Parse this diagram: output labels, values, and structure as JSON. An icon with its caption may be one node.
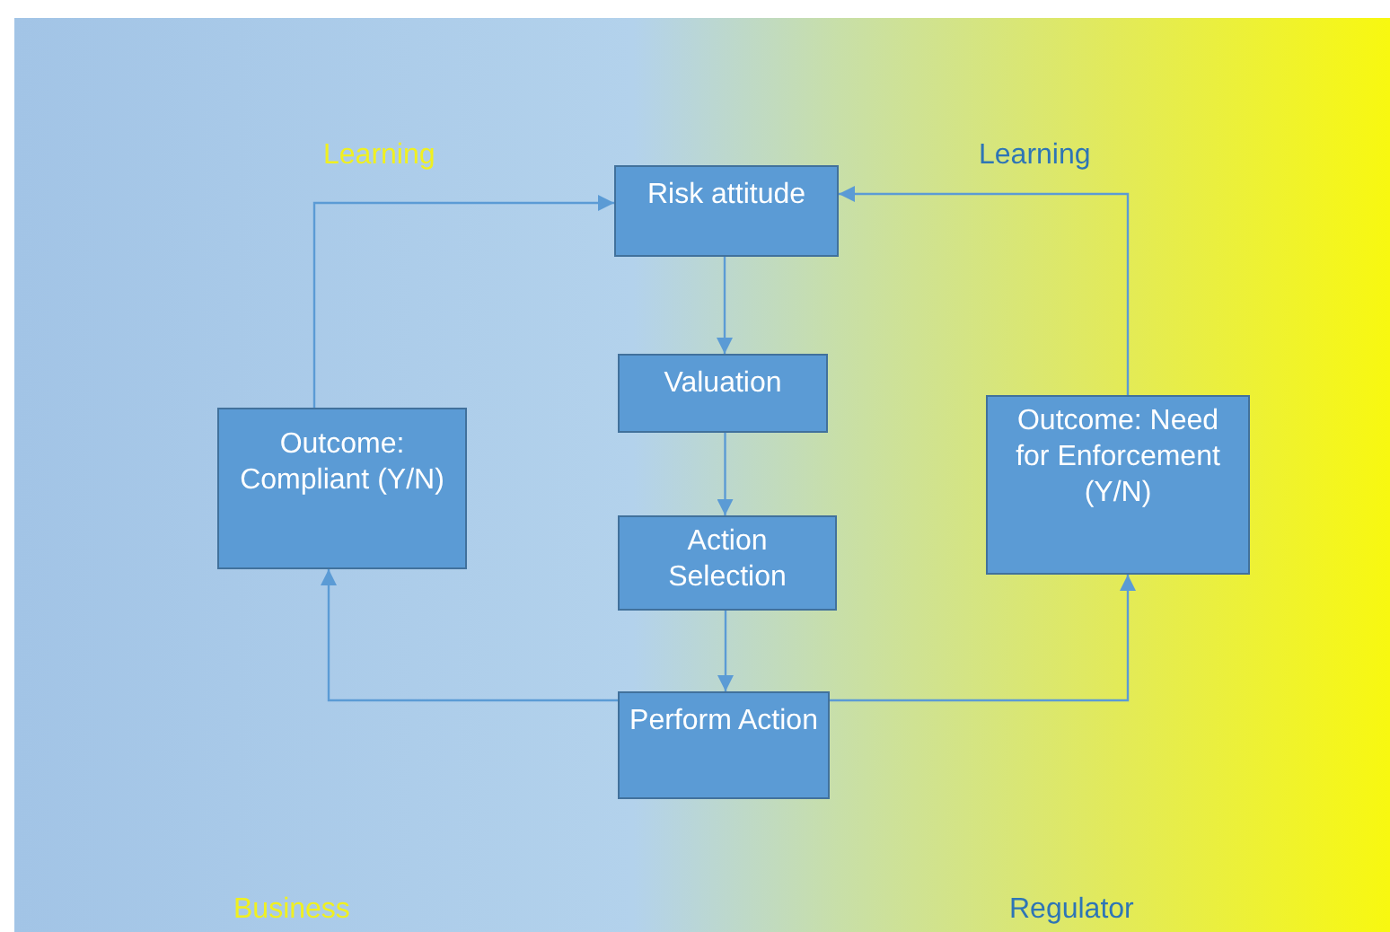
{
  "diagram": {
    "nodes": [
      {
        "text": [
          "Risk attitude"
        ]
      },
      {
        "text": [
          "Valuation"
        ]
      },
      {
        "text": [
          "Action Selection"
        ]
      },
      {
        "text": [
          "Perform Action"
        ]
      },
      {
        "text": [
          "Outcome: Compliant (Y/N)"
        ]
      },
      {
        "text": [
          "Outcome: Need for Enforcement (Y/N)"
        ]
      }
    ],
    "edges": [
      {
        "from": 0,
        "to": 1,
        "arrow": "to"
      },
      {
        "from": 1,
        "to": 2,
        "arrow": "to"
      },
      {
        "from": 2,
        "to": 3,
        "arrow": "to"
      },
      {
        "from": 3,
        "to": 4,
        "arrow": "to"
      },
      {
        "from": 3,
        "to": 5,
        "arrow": "to"
      },
      {
        "from": 4,
        "to": 0,
        "arrow": "to"
      },
      {
        "from": 5,
        "to": 0,
        "arrow": "to"
      }
    ],
    "labels": [
      "Learning",
      "Learning",
      "Business",
      "Regulator"
    ]
  }
}
